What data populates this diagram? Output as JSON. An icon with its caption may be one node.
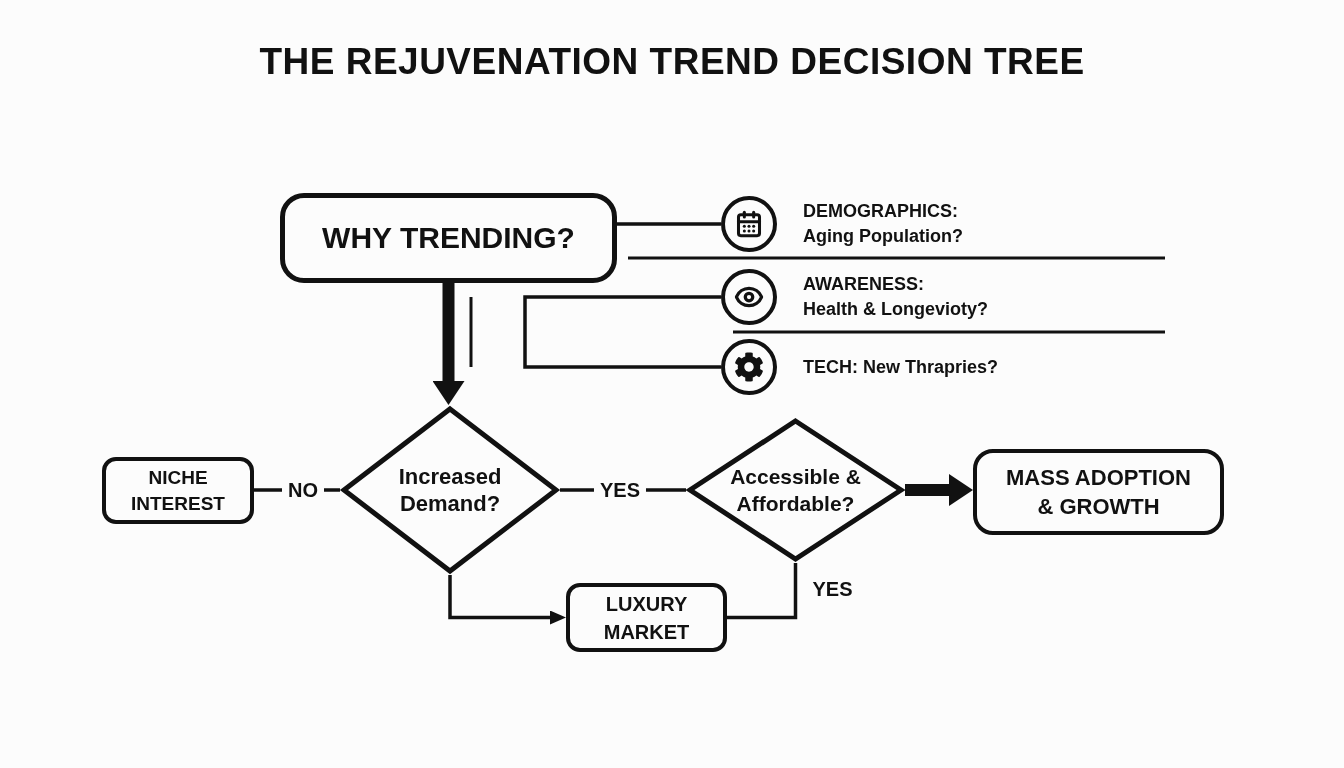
{
  "diagram": {
    "title": "THE REJUVENATION TREND DECISION TREE",
    "nodes": [
      {
        "text": [
          "WHY TRENDING?"
        ]
      },
      {
        "text": [
          "DEMOGRAPHICS:",
          "Aging Population?"
        ]
      },
      {
        "text": [
          "AWARENESS:",
          "Health & Longevioty?"
        ]
      },
      {
        "text": [
          "TECH: New Thrapries?"
        ]
      },
      {
        "text": [
          "NICHE INTEREST"
        ]
      },
      {
        "text": [
          "Increased Demand?"
        ]
      },
      {
        "text": [
          "Accessible & Affordable?"
        ]
      },
      {
        "text": [
          "MASS ADOPTION & GROWTH"
        ]
      },
      {
        "text": [
          "LUXURY MARKET"
        ]
      }
    ],
    "edges": [
      {
        "from": 0,
        "to": 1,
        "arrow": "none"
      },
      {
        "from": 2,
        "to": 3,
        "arrow": "none"
      },
      {
        "from": 0,
        "to": 5,
        "arrow": "to",
        "style": "thick"
      },
      {
        "from": 5,
        "to": 4,
        "arrow": "none",
        "label": "NO"
      },
      {
        "from": 5,
        "to": 6,
        "arrow": "none",
        "label": "YES"
      },
      {
        "from": 6,
        "to": 7,
        "arrow": "to",
        "style": "thick"
      },
      {
        "from": 5,
        "to": 8,
        "arrow": "to"
      },
      {
        "from": 6,
        "to": 8,
        "arrow": "none",
        "label": "YES"
      }
    ]
  }
}
